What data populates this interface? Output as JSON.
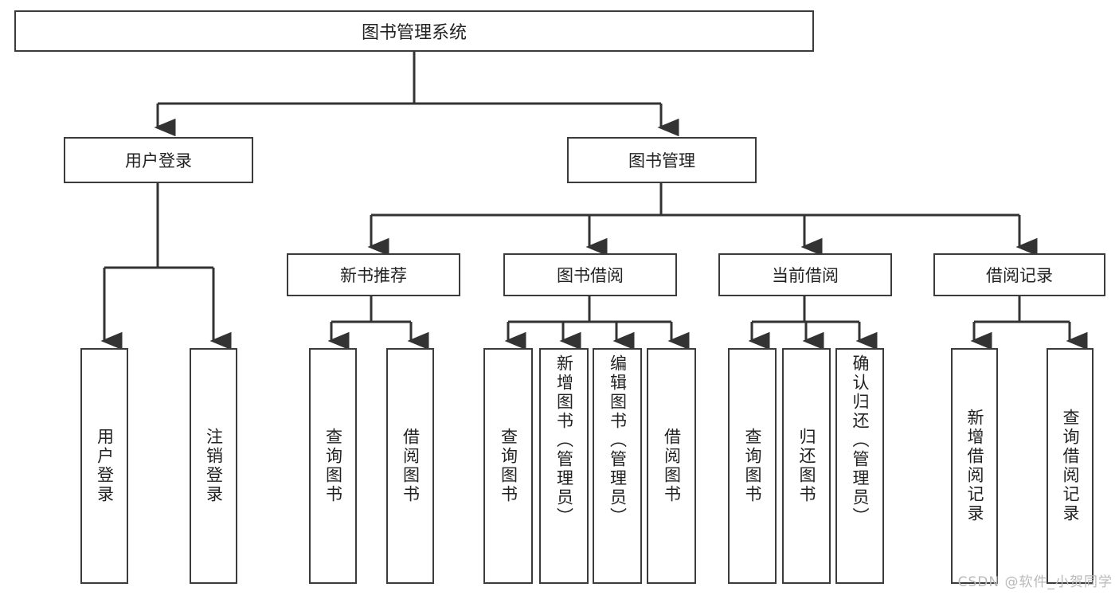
{
  "diagram": {
    "title": "图书管理系统",
    "type": "hierarchy-tree",
    "watermark": "CSDN @软件_小贺同学",
    "colors": {
      "box_border": "#3b3b3b",
      "box_fill": "#ffffff",
      "connector": "#333333",
      "text": "#222222",
      "watermark": "#b9b9b9",
      "background": "#ffffff"
    },
    "root": {
      "label": "图书管理系统"
    },
    "branches": [
      {
        "label": "用户登录"
      },
      {
        "label": "图书管理"
      }
    ],
    "subbranches": [
      {
        "label": "新书推荐"
      },
      {
        "label": "图书借阅"
      },
      {
        "label": "当前借阅"
      },
      {
        "label": "借阅记录"
      }
    ],
    "leaves": {
      "user_login": [
        {
          "label": "用户登录"
        },
        {
          "label": "注销登录"
        }
      ],
      "new_book_recommend": [
        {
          "label": "查询图书"
        },
        {
          "label": "借阅图书"
        }
      ],
      "book_borrow": [
        {
          "label": "查询图书"
        },
        {
          "label": "新增图书（管理员）"
        },
        {
          "label": "编辑图书（管理员）"
        },
        {
          "label": "借阅图书"
        }
      ],
      "current_borrow": [
        {
          "label": "查询图书"
        },
        {
          "label": "归还图书"
        },
        {
          "label": "确认归还（管理员）"
        }
      ],
      "borrow_records": [
        {
          "label": "新增借阅记录"
        },
        {
          "label": "查询借阅记录"
        }
      ]
    }
  }
}
